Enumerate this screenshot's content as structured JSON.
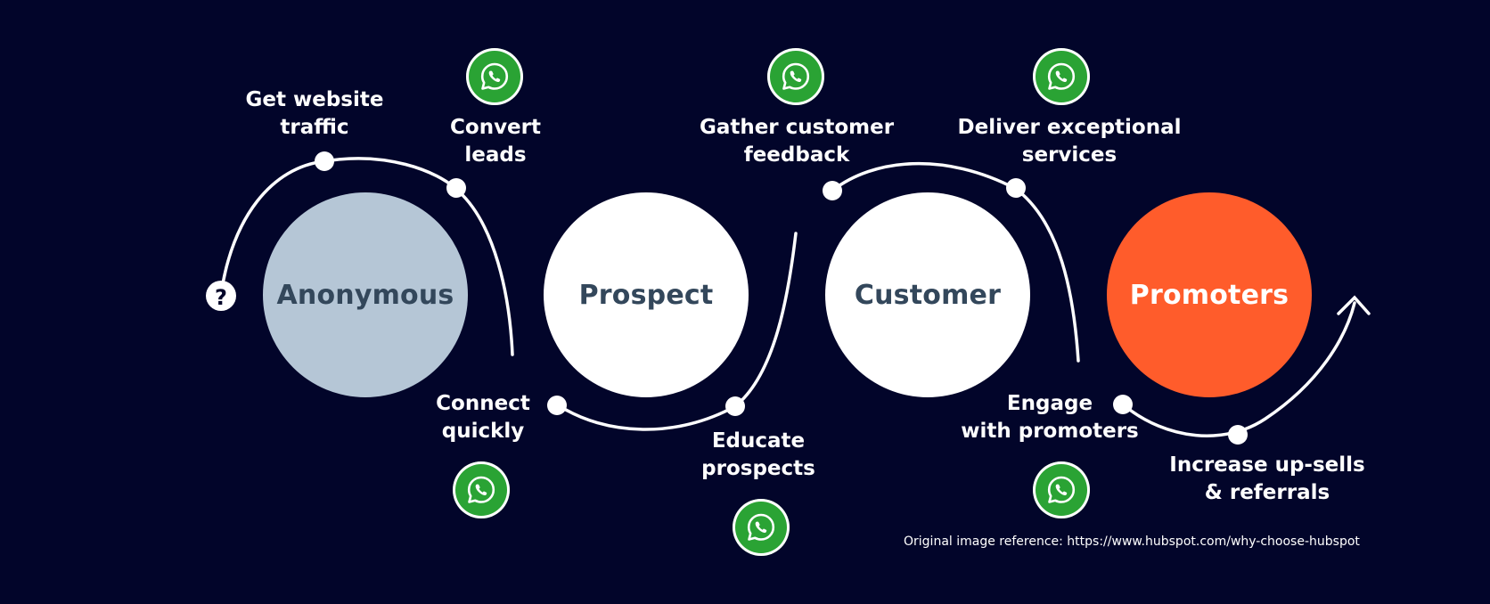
{
  "stages": [
    {
      "label": "Anonymous",
      "bg": "#b5c6d6",
      "fg": "#33475b"
    },
    {
      "label": "Prospect",
      "bg": "#ffffff",
      "fg": "#33475b"
    },
    {
      "label": "Customer",
      "bg": "#ffffff",
      "fg": "#33475b"
    },
    {
      "label": "Promoters",
      "bg": "#ff5c2b",
      "fg": "#ffffff"
    }
  ],
  "steps": [
    {
      "text": "Get website\ntraffic"
    },
    {
      "text": "Convert\nleads"
    },
    {
      "text": "Connect\nquickly"
    },
    {
      "text": "Educate\nprospects"
    },
    {
      "text": "Gather customer\nfeedback"
    },
    {
      "text": "Deliver exceptional\nservices"
    },
    {
      "text": "Engage\nwith promoters"
    },
    {
      "text": "Increase up-sells\n& referrals"
    }
  ],
  "question_mark": "?",
  "icon_name": "whatsapp-icon",
  "colors": {
    "background": "#02052a",
    "whatsapp": "#2aa334",
    "line": "#ffffff"
  },
  "reference": "Original image reference: https://www.hubspot.com/why-choose-hubspot"
}
